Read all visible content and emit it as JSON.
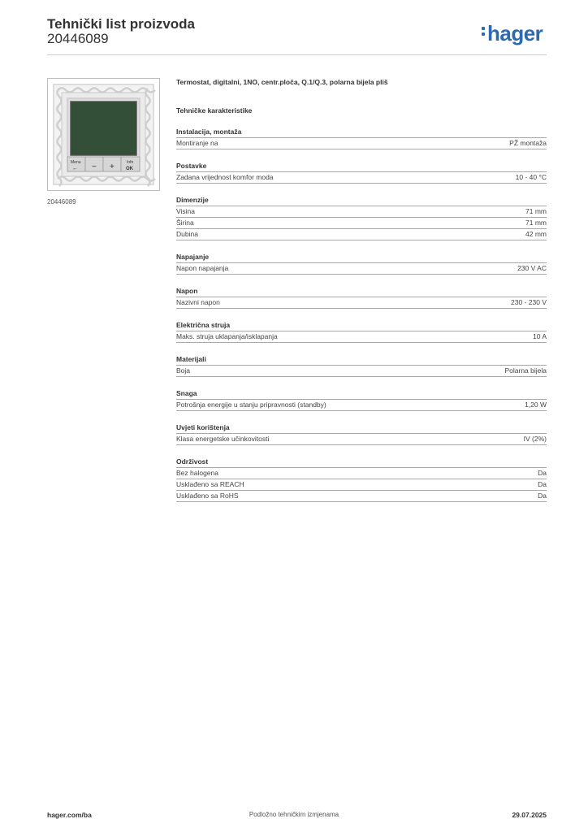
{
  "header": {
    "title": "Tehnički list proizvoda",
    "product_code": "20446089",
    "logo_text": "hager",
    "brand_color": "#2b6ab1"
  },
  "product": {
    "image_caption": "20446089",
    "button_labels": {
      "menu": "Menu",
      "info": "Info",
      "ok": "OK",
      "minus": "−",
      "plus": "+",
      "back": "←"
    },
    "description": "Termostat, digitalni, 1NO, centr.ploča, Q.1/Q.3, polarna bijela pliš"
  },
  "characteristics_title": "Tehničke karakteristike",
  "sections": [
    {
      "title": "Instalacija, montaža",
      "rows": [
        {
          "label": "Montiranje na",
          "value": "PŽ montaža"
        }
      ]
    },
    {
      "title": "Postavke",
      "rows": [
        {
          "label": "Zadana vrijednost komfor moda",
          "value": "10 - 40 °C"
        }
      ]
    },
    {
      "title": "Dimenzije",
      "rows": [
        {
          "label": "Visina",
          "value": "71 mm"
        },
        {
          "label": "Širina",
          "value": "71 mm"
        },
        {
          "label": "Dubina",
          "value": "42 mm"
        }
      ]
    },
    {
      "title": "Napajanje",
      "rows": [
        {
          "label": "Napon napajanja",
          "value": "230 V AC"
        }
      ]
    },
    {
      "title": "Napon",
      "rows": [
        {
          "label": "Nazivni napon",
          "value": "230 - 230 V"
        }
      ]
    },
    {
      "title": "Električna struja",
      "rows": [
        {
          "label": "Maks. struja uklapanja/isklapanja",
          "value": "10 A"
        }
      ]
    },
    {
      "title": "Materijali",
      "rows": [
        {
          "label": "Boja",
          "value": "Polarna bijela"
        }
      ]
    },
    {
      "title": "Snaga",
      "rows": [
        {
          "label": "Potrošnja energije u stanju pripravnosti (standby)",
          "value": "1,20 W"
        }
      ]
    },
    {
      "title": "Uvjeti korištenja",
      "rows": [
        {
          "label": "Klasa energetske učinkovitosti",
          "value": "IV (2%)"
        }
      ]
    },
    {
      "title": "Održivost",
      "rows": [
        {
          "label": "Bez halogena",
          "value": "Da"
        },
        {
          "label": "Usklađeno sa REACH",
          "value": "Da"
        },
        {
          "label": "Usklađeno sa RoHS",
          "value": "Da"
        }
      ]
    }
  ],
  "footer": {
    "website": "hager.com/ba",
    "notice": "Podložno tehničkim izmjenama",
    "date": "29.07.2025"
  }
}
